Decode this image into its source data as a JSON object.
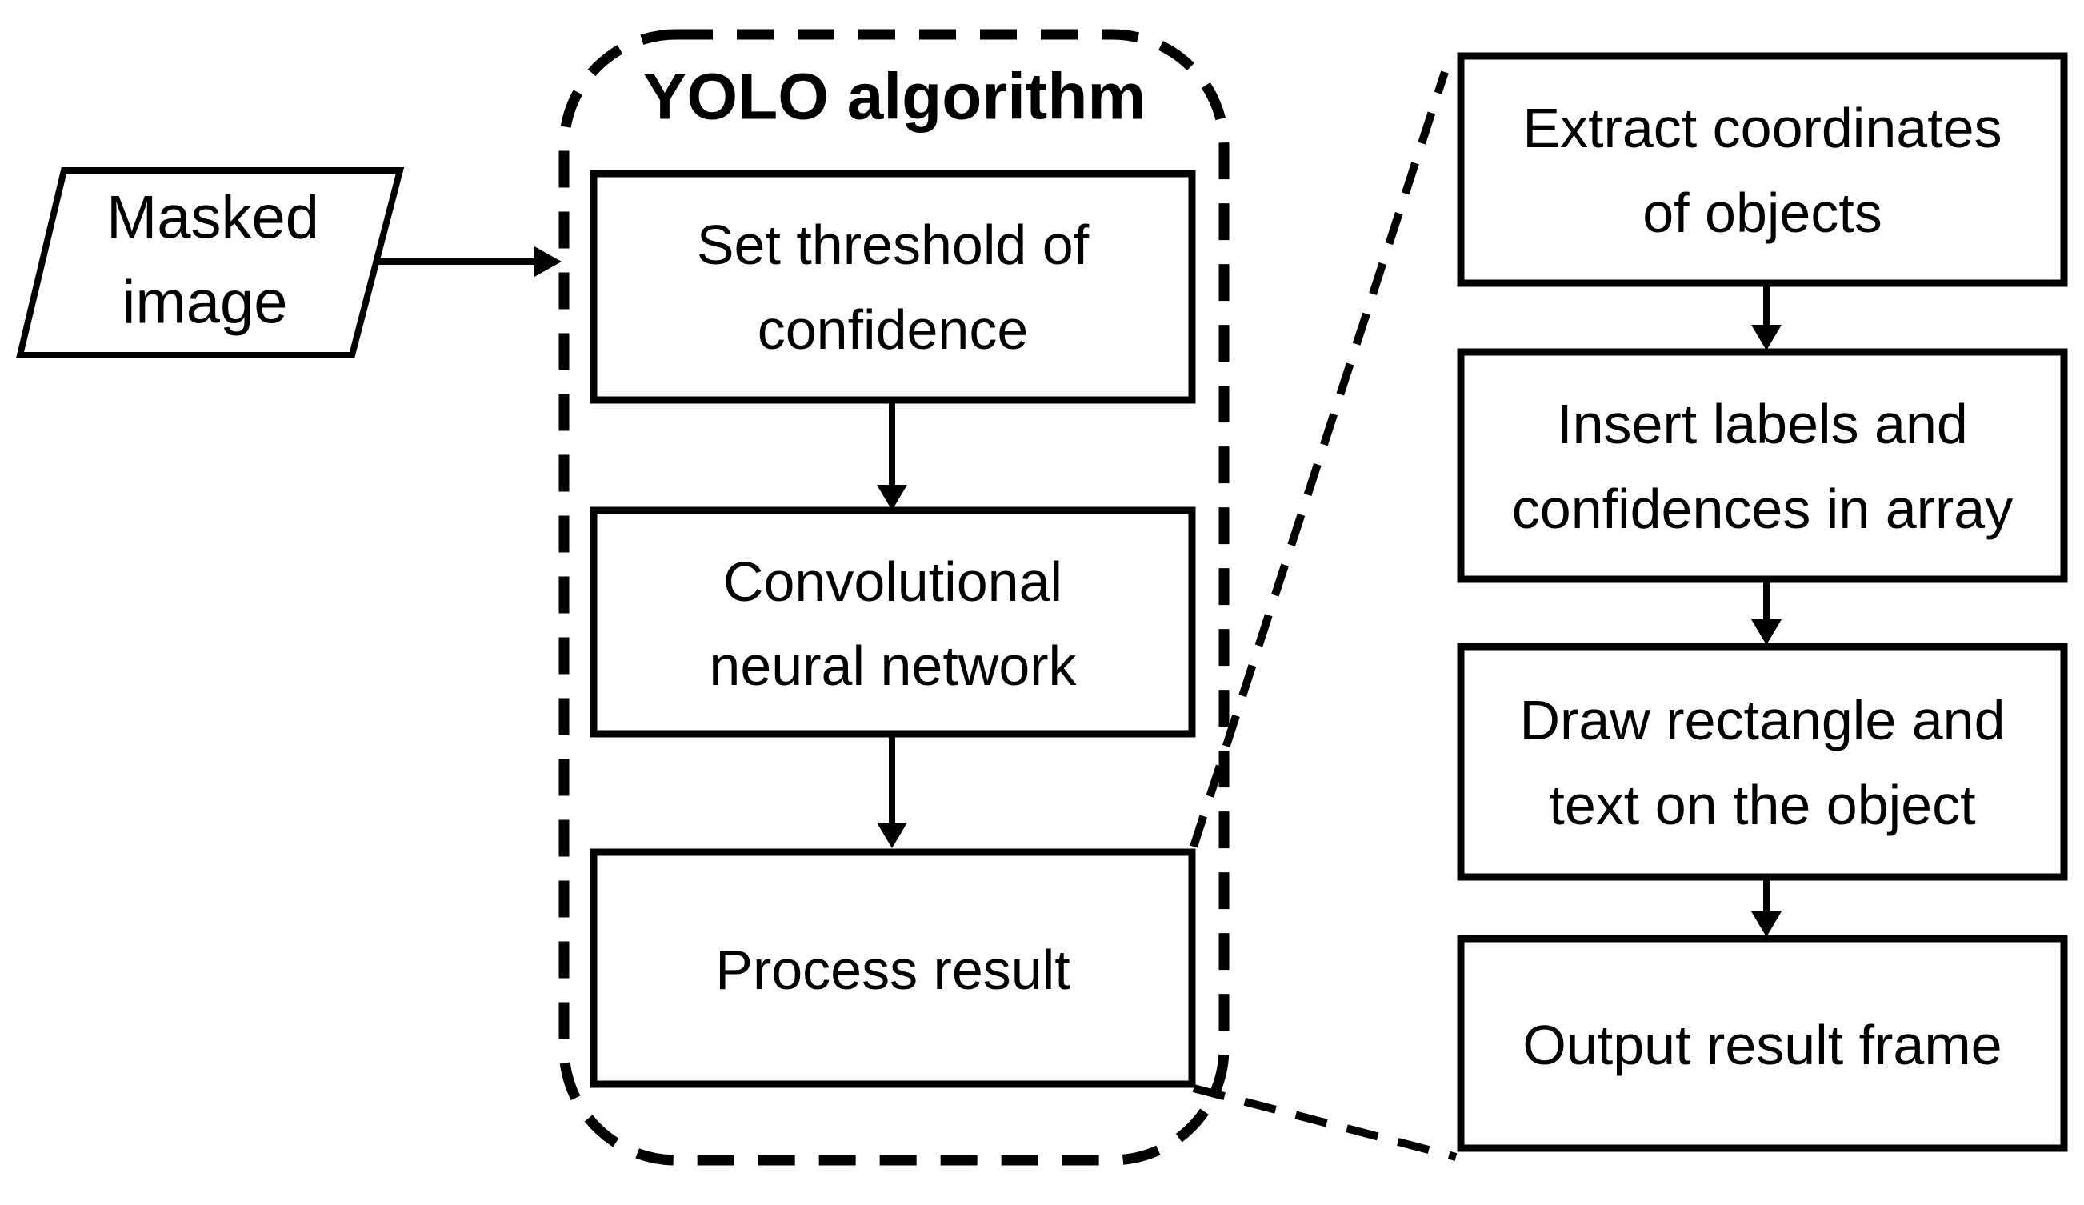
{
  "diagram": {
    "background": "#ffffff",
    "ink": "#000000",
    "input_node": {
      "shape": "parallelogram",
      "lines": [
        "Masked",
        "image"
      ]
    },
    "yolo_group": {
      "title": "YOLO algorithm",
      "border_style": "dashed-rounded",
      "steps": [
        {
          "lines": [
            "Set threshold of",
            "confidence"
          ]
        },
        {
          "lines": [
            "Convolutional",
            "neural network"
          ]
        },
        {
          "lines": [
            "Process result"
          ]
        }
      ]
    },
    "detail_steps": [
      {
        "lines": [
          "Extract coordinates",
          "of objects"
        ]
      },
      {
        "lines": [
          "Insert labels and",
          "confidences in array"
        ]
      },
      {
        "lines": [
          "Draw rectangle and",
          "text on the object"
        ]
      },
      {
        "lines": [
          "Output result frame"
        ]
      }
    ],
    "edges": [
      "masked-image -> yolo-algorithm",
      "set-threshold-of-confidence -> convolutional-neural-network",
      "convolutional-neural-network -> process-result",
      "process-result == dashed expansion ==> detail-steps",
      "extract-coordinates -> insert-labels",
      "insert-labels -> draw-rectangle",
      "draw-rectangle -> output-result-frame"
    ]
  }
}
